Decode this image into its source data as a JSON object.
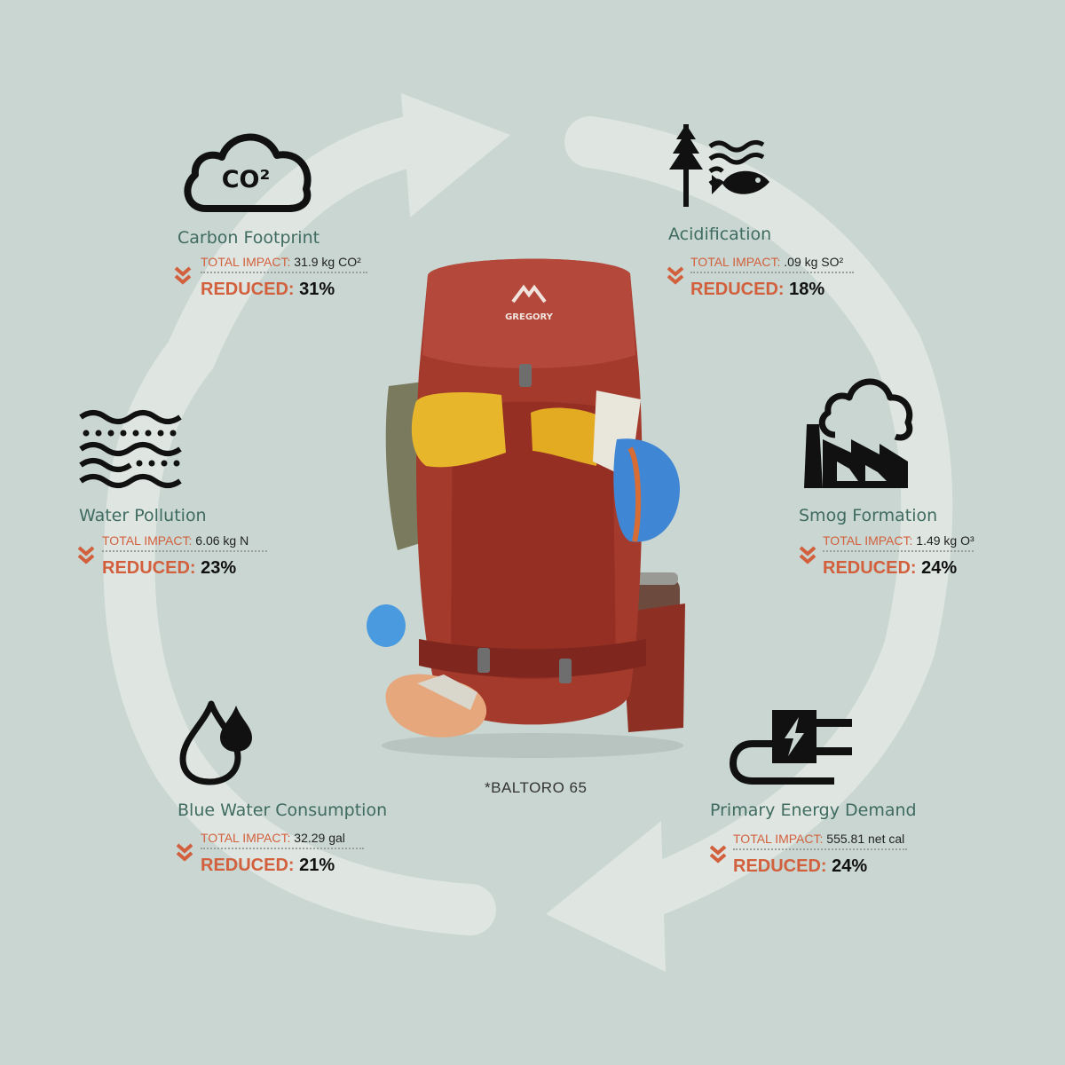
{
  "colors": {
    "background": "#c9d6d1",
    "ring": "#dfe6e2",
    "title": "#3f6b60",
    "accent": "#d2603d",
    "value": "#111111",
    "pack": "#a33a2c"
  },
  "metrics": [
    {
      "key": "carbon",
      "icon": "co2-cloud-icon",
      "icon_text": "CO²",
      "title": "Carbon Footprint",
      "impact_label": "TOTAL IMPACT:",
      "impact_value": "31.9 kg CO²",
      "reduced_label": "REDUCED:",
      "reduced_value": "31%"
    },
    {
      "key": "acid",
      "icon": "tree-water-fish-icon",
      "title": "Acidification",
      "impact_label": "TOTAL IMPACT:",
      "impact_value": ".09 kg SO²",
      "reduced_label": "REDUCED:",
      "reduced_value": "18%"
    },
    {
      "key": "water",
      "icon": "water-pollution-waves-icon",
      "title": "Water Pollution",
      "impact_label": "TOTAL IMPACT:",
      "impact_value": "6.06 kg N",
      "reduced_label": "REDUCED:",
      "reduced_value": "23%"
    },
    {
      "key": "smog",
      "icon": "factory-smog-icon",
      "title": "Smog Formation",
      "impact_label": "TOTAL IMPACT:",
      "impact_value": "1.49 kg O³",
      "reduced_label": "REDUCED:",
      "reduced_value": "24%"
    },
    {
      "key": "blue",
      "icon": "water-drops-icon",
      "title": "Blue Water Consumption",
      "impact_label": "TOTAL IMPACT:",
      "impact_value": "32.29 gal",
      "reduced_label": "REDUCED:",
      "reduced_value": "21%"
    },
    {
      "key": "energy",
      "icon": "power-plug-icon",
      "title": "Primary Energy Demand",
      "impact_label": "TOTAL IMPACT:",
      "impact_value": "555.81 net cal",
      "reduced_label": "REDUCED:",
      "reduced_value": "24%"
    }
  ],
  "product": {
    "brand": "GREGORY",
    "caption": "*BALTORO 65"
  }
}
